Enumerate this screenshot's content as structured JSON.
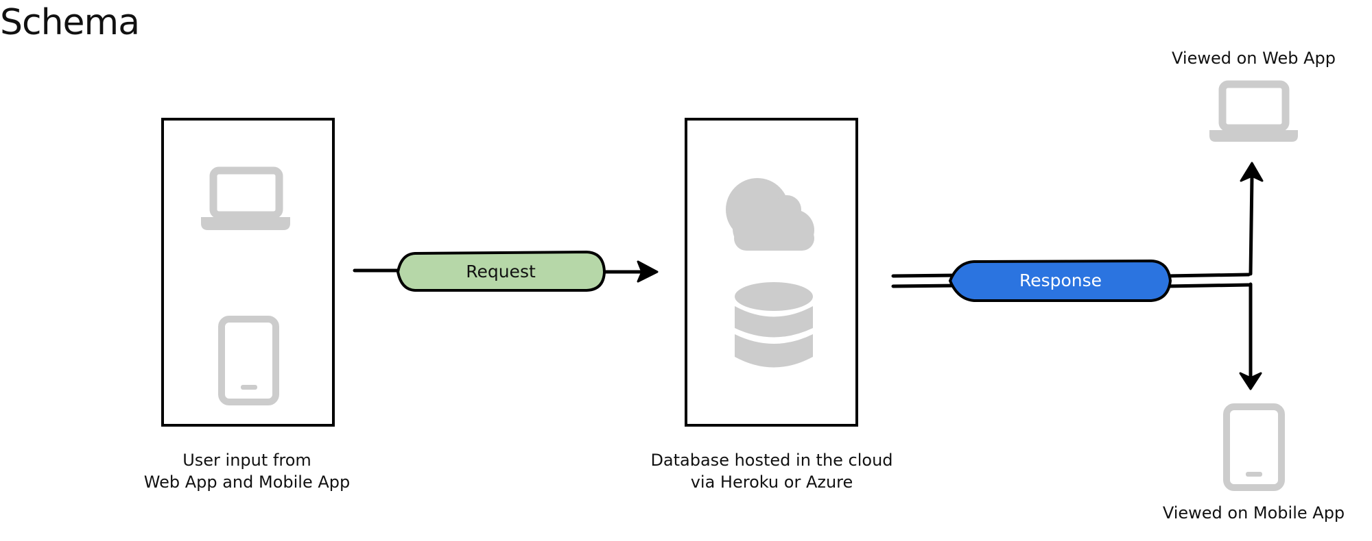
{
  "title": "Schema",
  "colors": {
    "icon_gray": "#cccccc",
    "request_fill": "#b6d7a8",
    "response_fill": "#2b74e0",
    "stroke": "#000000"
  },
  "nodes": {
    "client": {
      "line1": "User input from",
      "line2": "Web App and Mobile App",
      "icons": [
        "laptop-icon",
        "phone-icon"
      ]
    },
    "server": {
      "line1": "Database hosted in the cloud",
      "line2": "via Heroku or Azure",
      "icons": [
        "cloud-icon",
        "database-icon"
      ]
    },
    "web_output": {
      "label": "Viewed on Web App",
      "icon": "laptop-icon"
    },
    "mobile_output": {
      "label": "Viewed on Mobile App",
      "icon": "phone-icon"
    }
  },
  "edges": {
    "request": {
      "label": "Request"
    },
    "response": {
      "label": "Response"
    }
  }
}
